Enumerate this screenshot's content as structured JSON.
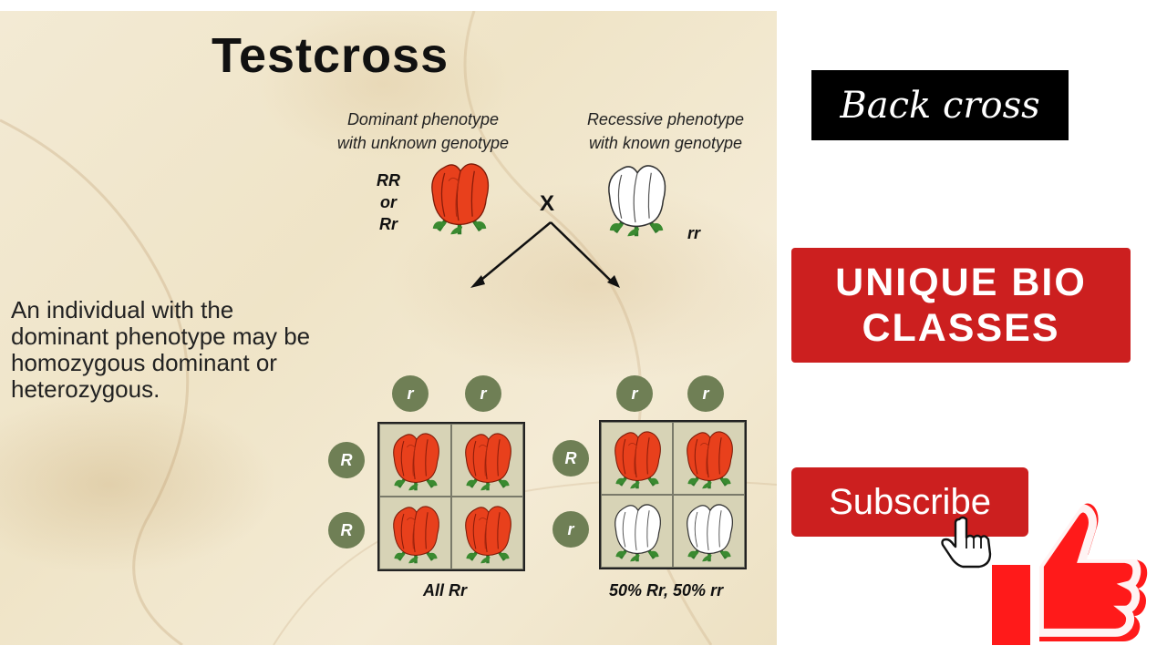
{
  "slide": {
    "title": "Testcross",
    "dominant_caption_1": "Dominant phenotype",
    "dominant_caption_2": "with unknown genotype",
    "recessive_caption_1": "Recessive phenotype",
    "recessive_caption_2": "with known genotype",
    "dominant_genotype_1": "RR",
    "dominant_genotype_2": "or",
    "dominant_genotype_3": "Rr",
    "recessive_genotype": "rr",
    "cross_symbol": "X",
    "body_text": "An individual with the dominant phenotype may be homozygous dominant or heterozygous.",
    "left_square": {
      "top_alleles": [
        "r",
        "r"
      ],
      "side_alleles": [
        "R",
        "R"
      ],
      "cells": [
        "red-flower",
        "red-flower",
        "red-flower",
        "red-flower"
      ],
      "result": "All Rr"
    },
    "right_square": {
      "top_alleles": [
        "r",
        "r"
      ],
      "side_alleles": [
        "R",
        "r"
      ],
      "cells": [
        "red-flower",
        "red-flower",
        "white-flower",
        "white-flower"
      ],
      "result": "50% Rr, 50% rr"
    }
  },
  "side": {
    "back_cross_label": "Back cross",
    "brand_line_1": "UNIQUE BIO",
    "brand_line_2": "CLASSES",
    "subscribe_label": "Subscribe"
  },
  "icons": [
    "red-flower-icon",
    "white-flower-icon",
    "pointing-hand-icon",
    "thumbs-up-icon"
  ],
  "colors": {
    "brand_red": "#cc1f1f",
    "flower_red": "#e8401c",
    "allele_green": "#6f7f55",
    "slide_bg": "#f0e6cb"
  }
}
